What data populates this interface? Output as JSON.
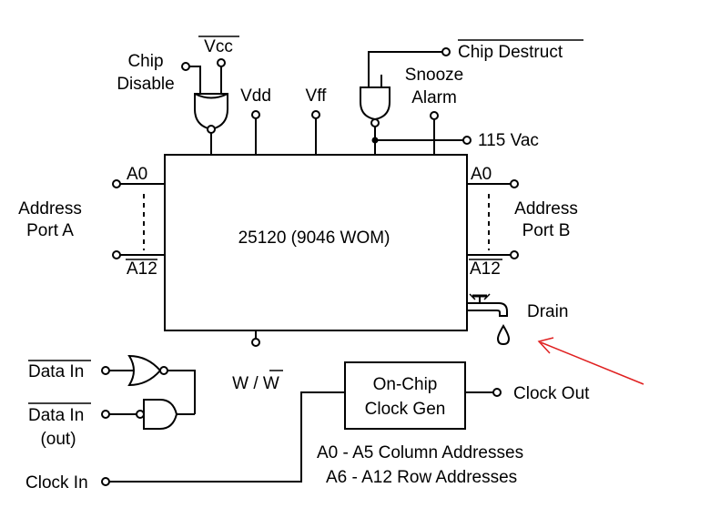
{
  "chip": {
    "label": "25120 (9046 WOM)"
  },
  "pins": {
    "chip_disable": [
      "Chip",
      "Disable"
    ],
    "vcc": "Vcc",
    "vdd": "Vdd",
    "vff": "Vff",
    "chip_destruct": "Chip Destruct",
    "snooze_alarm": [
      "Snooze",
      "Alarm"
    ],
    "vac": "115 Vac",
    "a0_left": "A0",
    "a12_left": "A12",
    "a0_right": "A0",
    "a12_right": "A12",
    "address_port_a": [
      "Address",
      "Port A"
    ],
    "address_port_b": [
      "Address",
      "Port B"
    ],
    "drain": "Drain",
    "write": "W / W",
    "data_in": "Data In",
    "data_in_out": [
      "Data In",
      "(out)"
    ],
    "clock_in": "Clock In",
    "clock_out": "Clock Out"
  },
  "clock_gen": {
    "label": [
      "On-Chip",
      "Clock Gen"
    ]
  },
  "notes": {
    "line1": "A0 - A5 Column Addresses",
    "line2": "A6 - A12 Row Addresses"
  },
  "colors": {
    "ink": "#000000",
    "annotation_arrow": "#e02020"
  }
}
